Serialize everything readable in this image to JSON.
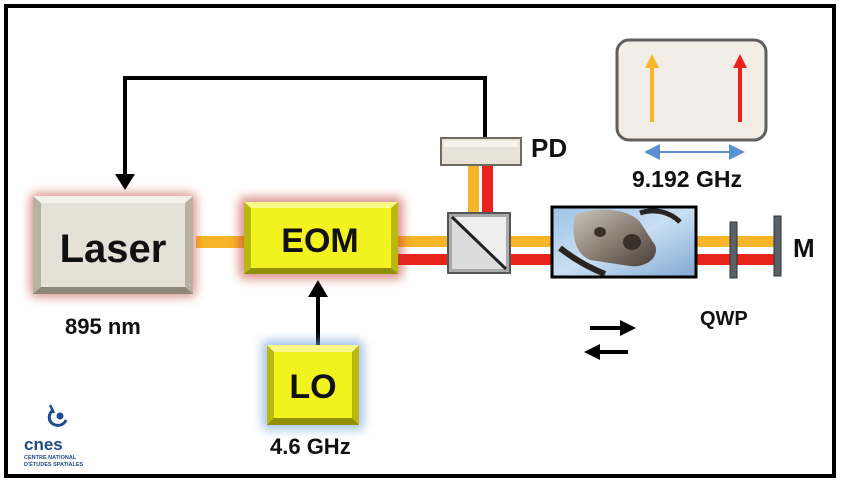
{
  "colors": {
    "yellow_beam": "#f7b52a",
    "red_beam": "#e8241a",
    "block_yellow": "#f2f21e",
    "laser_block": "#e6e1d6",
    "glow_red": "#c0392b",
    "glow_blue": "#6f9fd8"
  },
  "blocks": {
    "laser": "Laser",
    "eom": "EOM",
    "lo": "LO"
  },
  "labels": {
    "laser_wavelength": "895 nm",
    "lo_frequency": "4.6 GHz",
    "pd": "PD",
    "spectrum_separation": "9.192 GHz",
    "qwp": "QWP",
    "mirror": "M"
  },
  "logo": {
    "name": "cnes",
    "line1": "CENTRE NATIONAL",
    "line2": "D'ÉTUDES SPATIALES"
  }
}
